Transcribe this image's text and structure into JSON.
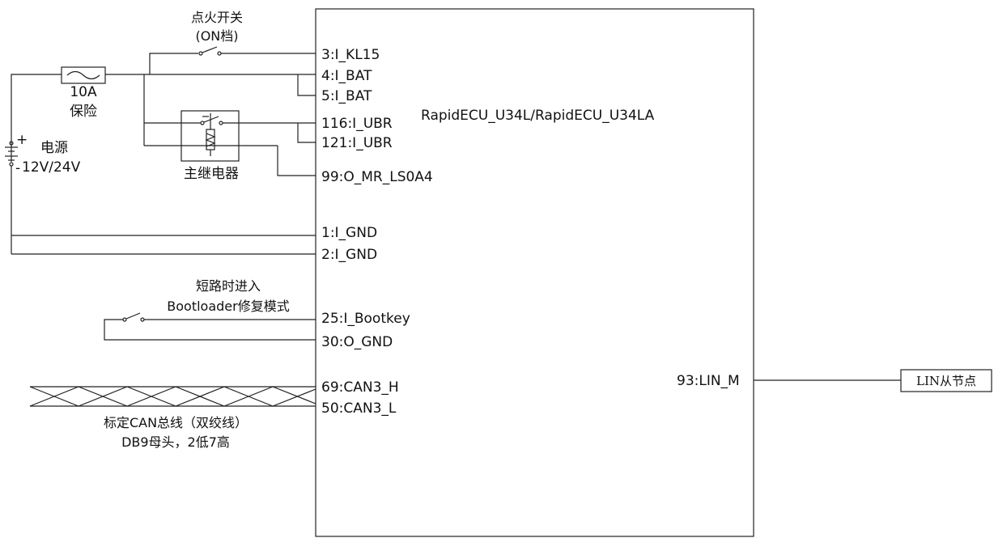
{
  "ecu": {
    "title": "RapidECU_U34L/RapidECU_U34LA"
  },
  "ignition": {
    "label_line1": "点火开关",
    "label_line2": "(ON档)"
  },
  "fuse": {
    "rating": "10A",
    "label": "保险"
  },
  "power": {
    "label": "电源",
    "voltage": "12V/24V",
    "plus": "+",
    "minus": "-"
  },
  "relay": {
    "label": "主继电器"
  },
  "bootkey": {
    "label_line1": "短路时进入",
    "label_line2": "Bootloader修复模式"
  },
  "can": {
    "label_line1": "标定CAN总线（双绞线）",
    "label_line2": "DB9母头，2低7高"
  },
  "lin": {
    "pin": "93:LIN_M",
    "node": "LIN从节点"
  },
  "pins": [
    "3:I_KL15",
    "4:I_BAT",
    "5:I_BAT",
    "116:I_UBR",
    "121:I_UBR",
    "99:O_MR_LS0A4",
    "1:I_GND",
    "2:I_GND",
    "25:I_Bootkey",
    "30:O_GND",
    "69:CAN3_H",
    "50:CAN3_L"
  ]
}
